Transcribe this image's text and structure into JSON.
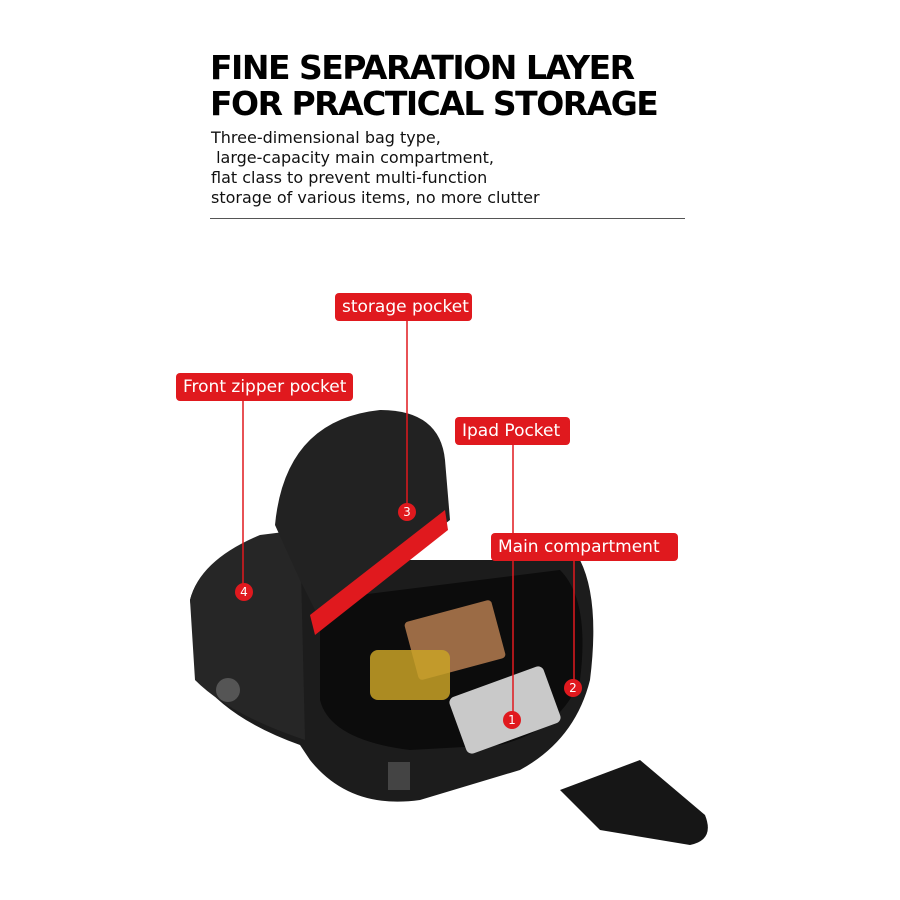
{
  "heading": {
    "line1": "FINE SEPARATION LAYER",
    "line2": "FOR PRACTICAL STORAGE"
  },
  "description": "Three-dimensional bag type,\n large-capacity main compartment,\nflat class to prevent multi-function\nstorage of various items, no more clutter",
  "callouts": [
    {
      "label": "storage pocket",
      "number": "3"
    },
    {
      "label": "Front zipper pocket",
      "number": "4"
    },
    {
      "label": "Ipad Pocket",
      "number": "1"
    },
    {
      "label": "Main compartment",
      "number": "2"
    }
  ],
  "colors": {
    "accent": "#e0191e",
    "bag": "#1c1c1c"
  }
}
